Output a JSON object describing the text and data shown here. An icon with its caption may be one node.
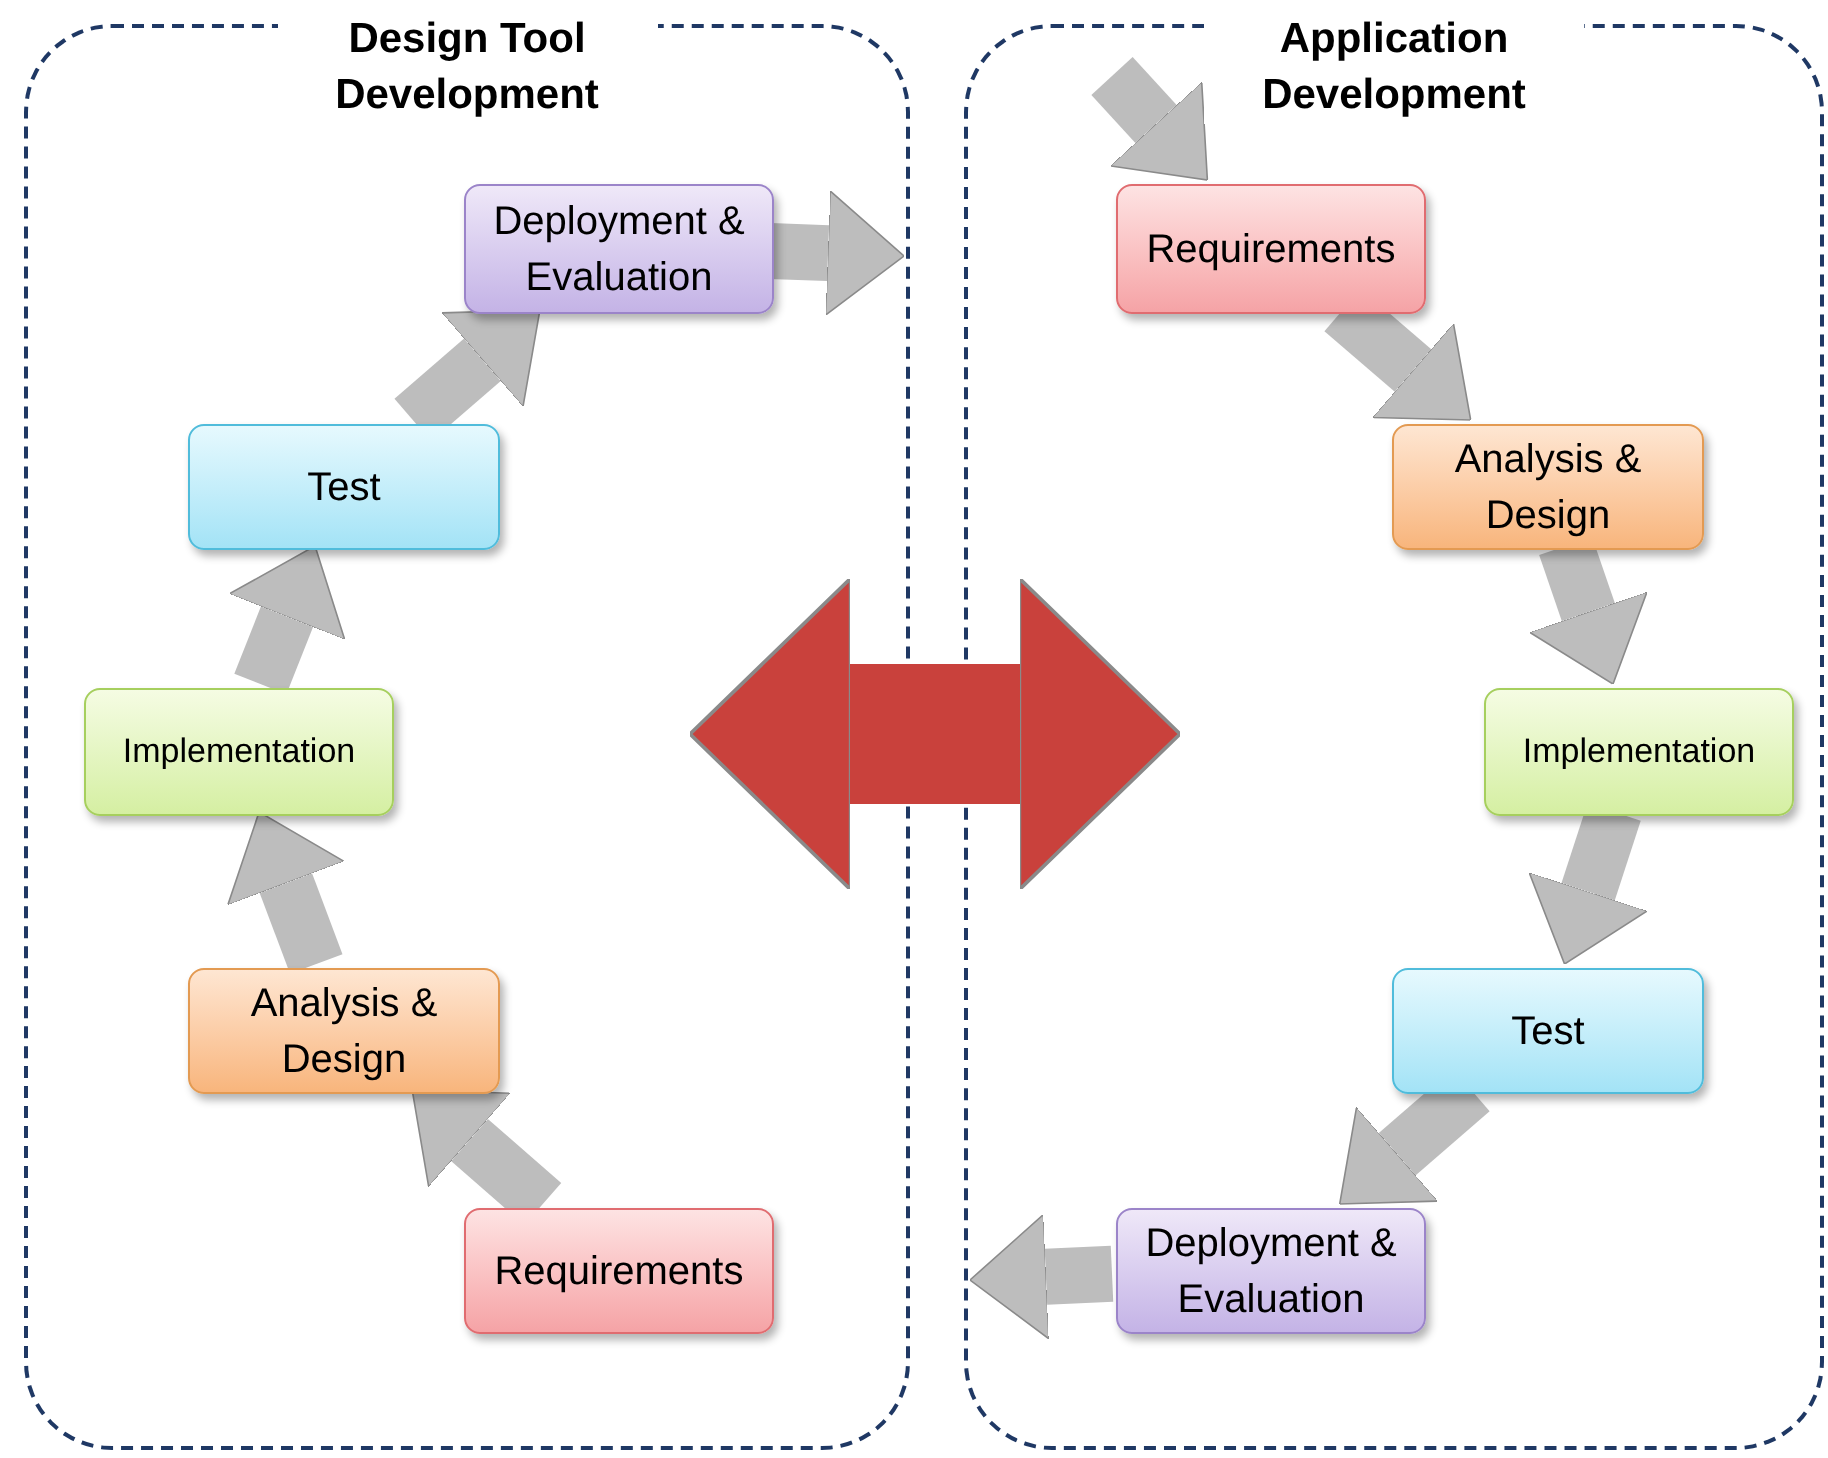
{
  "diagram": {
    "nodes": [
      {
        "text": [
          "Design Tool Development"
        ]
      },
      {
        "text": [
          "Deployment & Evaluation"
        ],
        "in": 0
      },
      {
        "text": [
          "Test"
        ],
        "in": 0
      },
      {
        "text": [
          "Implementation"
        ],
        "in": 0
      },
      {
        "text": [
          "Analysis & Design"
        ],
        "in": 0
      },
      {
        "text": [
          "Requirements"
        ],
        "in": 0
      },
      {
        "text": [
          "Application Development"
        ]
      },
      {
        "text": [
          "Requirements"
        ],
        "in": 6
      },
      {
        "text": [
          "Analysis & Design"
        ],
        "in": 6
      },
      {
        "text": [
          "Implementation"
        ],
        "in": 6
      },
      {
        "text": [
          "Test"
        ],
        "in": 6
      },
      {
        "text": [
          "Deployment & Evaluation"
        ],
        "in": 6
      }
    ],
    "edges": [
      {
        "from": 5,
        "to": 4,
        "arrow": "to"
      },
      {
        "from": 4,
        "to": 3,
        "arrow": "to"
      },
      {
        "from": 3,
        "to": 2,
        "arrow": "to"
      },
      {
        "from": 2,
        "to": 1,
        "arrow": "to"
      },
      {
        "from": 1,
        "to": 0,
        "arrow": "to"
      },
      {
        "from": null,
        "to": 7,
        "arrow": "to"
      },
      {
        "from": 7,
        "to": 8,
        "arrow": "to"
      },
      {
        "from": 8,
        "to": 9,
        "arrow": "to"
      },
      {
        "from": 9,
        "to": 10,
        "arrow": "to"
      },
      {
        "from": 10,
        "to": 11,
        "arrow": "to"
      },
      {
        "from": 11,
        "to": 6,
        "arrow": "to"
      },
      {
        "from": 0,
        "to": 6,
        "arrow": "both",
        "style": "thick",
        "color": "#c9413c"
      }
    ]
  }
}
